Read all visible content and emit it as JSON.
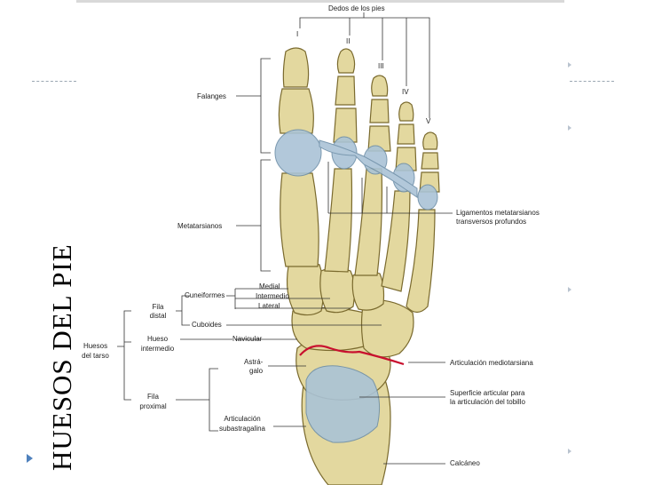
{
  "slide": {
    "title": "HUESOS DEL PIE"
  },
  "labels": {
    "dedos": "Dedos de los pies",
    "roman": [
      "I",
      "II",
      "III",
      "IV",
      "V"
    ],
    "falanges": "Falanges",
    "metatarsianos": "Metatarsianos",
    "ligamentos_1": "Ligamentos metatarsianos",
    "ligamentos_2": "transversos profundos",
    "cuneiformes": "Cuneiformes",
    "medial": "Medial",
    "intermedio": "Intermedio",
    "lateral": "Lateral",
    "fila_distal_1": "Fila",
    "fila_distal_2": "distal",
    "cuboides": "Cuboides",
    "huesos_tarso_1": "Huesos",
    "huesos_tarso_2": "del tarso",
    "hueso_intermedio_1": "Hueso",
    "hueso_intermedio_2": "intermedio",
    "navicular": "Navicular",
    "articulacion_mediotarsiana": "Articulación mediotarsiana",
    "astragalo_1": "Astrá-",
    "astragalo_2": "galo",
    "superficie_1": "Superficie articular para",
    "superficie_2": "la articulación del tobillo",
    "fila_proximal_1": "Fila",
    "fila_proximal_2": "proximal",
    "subastragalina_1": "Articulación",
    "subastragalina_2": "subastragalina",
    "calcaneo": "Calcáneo"
  },
  "colors": {
    "bone": "#e3d89f",
    "bone_outline": "#7a6a2e",
    "bone_shadow": "#c7b873",
    "cartilage": "#aac3d6",
    "joint_line": "#c8102e",
    "leader": "#333333",
    "accent": "#4f81bd"
  },
  "icons": {
    "bullet": "triangle-bullet-icon"
  }
}
